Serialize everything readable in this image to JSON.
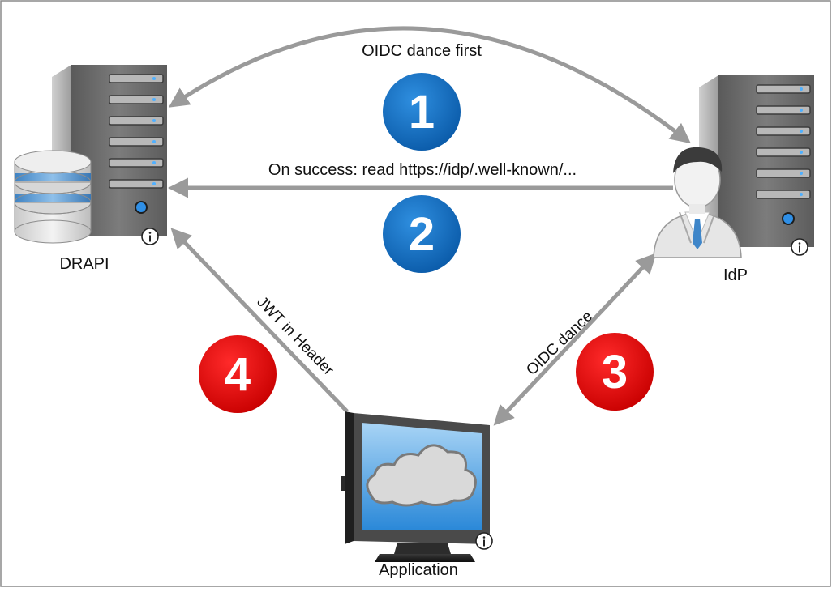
{
  "diagram": {
    "nodes": {
      "drapi": {
        "label": "DRAPI"
      },
      "idp": {
        "label": "IdP"
      },
      "application": {
        "label": "Application"
      }
    },
    "edges": {
      "oidc_first": {
        "label": "OIDC dance first"
      },
      "read_wellknown": {
        "label": "On success: read https://idp/.well-known/..."
      },
      "jwt_header": {
        "label": "JWT in Header"
      },
      "oidc_dance": {
        "label": "OIDC dance"
      }
    },
    "steps": [
      {
        "number": "1",
        "color": "#0f6bbf"
      },
      {
        "number": "2",
        "color": "#0f6bbf"
      },
      {
        "number": "3",
        "color": "#e00000"
      },
      {
        "number": "4",
        "color": "#e00000"
      }
    ],
    "info_badge": "i",
    "colors": {
      "arrow": "#9a9a9a",
      "blue_badge": "#0f6bbf",
      "red_badge": "#e00000",
      "server_body": "#6f6f6f",
      "border": "#8a8a8a"
    }
  }
}
